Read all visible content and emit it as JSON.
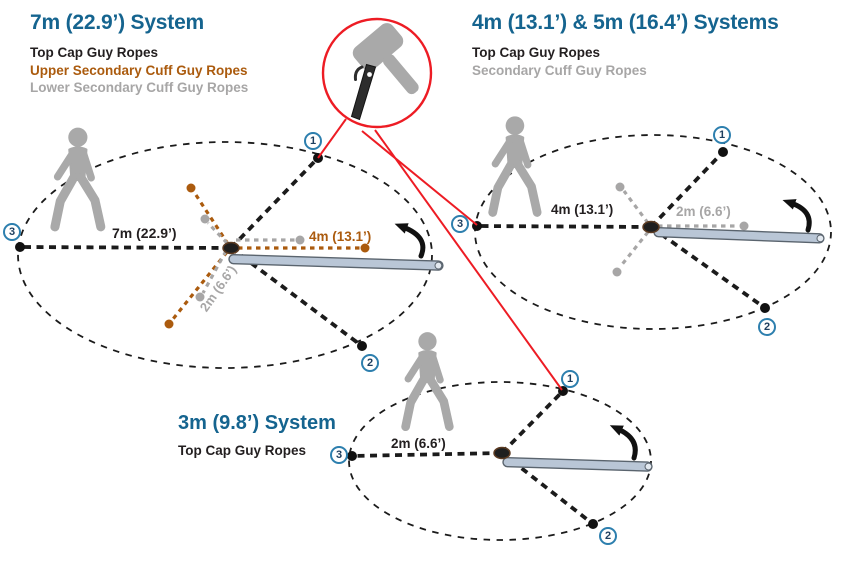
{
  "colors": {
    "title_blue": "#15648f",
    "text_black": "#231f20",
    "rope_brown": "#ab5b0e",
    "rope_gray": "#a7a6a6",
    "callout_red": "#ed1c24",
    "badge_blue": "#2d7fae",
    "pole_fill": "#b9c6d6",
    "person_gray": "#a9a9a9"
  },
  "icons": {
    "mallet": "gray rubber mallet glyph inside red callout circle",
    "stake": "black tent stake / peg glyph inside red callout circle",
    "walker": "gray walking-person pictogram",
    "rotation_arrow": "black curved rotation arrow"
  },
  "systems": {
    "s7": {
      "title": "7m (22.9’) System",
      "legend": {
        "top_cap": "Top Cap Guy Ropes",
        "upper_secondary": "Upper Secondary Cuff Guy Ropes",
        "lower_secondary": "Lower Secondary Cuff Guy Ropes"
      },
      "rope_labels": {
        "top_cap": "7m (22.9’)",
        "upper_secondary": "4m (13.1’)",
        "lower_secondary": "2m (6.6’)"
      },
      "anchor_badges": [
        "1",
        "2",
        "3"
      ]
    },
    "s45": {
      "title": "4m (13.1’) & 5m (16.4’) Systems",
      "legend": {
        "top_cap": "Top Cap Guy Ropes",
        "secondary": "Secondary Cuff Guy Ropes"
      },
      "rope_labels": {
        "top_cap": "4m (13.1’)",
        "secondary": "2m (6.6’)"
      },
      "anchor_badges": [
        "1",
        "2",
        "3"
      ]
    },
    "s3": {
      "title": "3m (9.8’) System",
      "legend": {
        "top_cap": "Top Cap Guy Ropes"
      },
      "rope_labels": {
        "top_cap": "2m (6.6’)"
      },
      "anchor_badges": [
        "1",
        "2",
        "3"
      ]
    }
  }
}
